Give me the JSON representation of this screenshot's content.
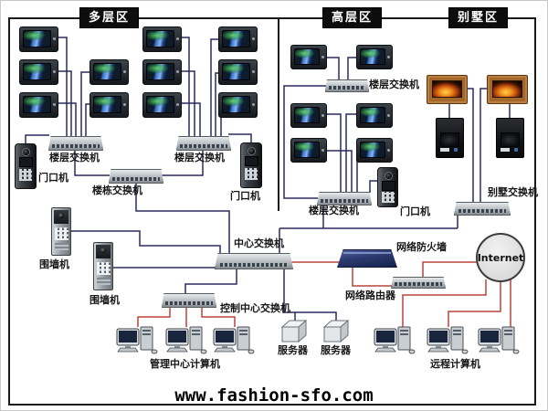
{
  "diagram": {
    "regions": [
      {
        "id": "multi_storey",
        "title": "多层区"
      },
      {
        "id": "high_rise",
        "title": "高层区"
      },
      {
        "id": "villa",
        "title": "别墅区"
      }
    ],
    "node_labels": {
      "floor_switch_left": "楼层交换机",
      "floor_switch_right": "楼层交换机",
      "building_switch": "楼栋交换机",
      "door_unit_left": "门口机",
      "door_unit_right": "门口机",
      "floor_switch_high_top": "楼层交换机",
      "floor_switch_high_bottom": "楼层交换机",
      "door_unit_high": "门口机",
      "villa_switch": "别墅交换机",
      "center_switch": "中心交换机",
      "control_center_switch": "控制中心交换机",
      "wall_unit_1": "围墙机",
      "wall_unit_2": "围墙机",
      "firewall": "网络防火墙",
      "router": "网络路由器",
      "internet": "Internet",
      "server_1": "服务器",
      "server_2": "服务器",
      "mgmt_computers": "管理中心计算机",
      "remote_computers": "远程计算机"
    },
    "footer_site": "www.fashion-sfo.com",
    "colors": {
      "line_navy": "#2b2b5e",
      "line_red": "#b8433a",
      "region_box_bg": "#0d0d0d",
      "region_box_text": "#ffffff",
      "frame": "#1a1a1a"
    }
  }
}
